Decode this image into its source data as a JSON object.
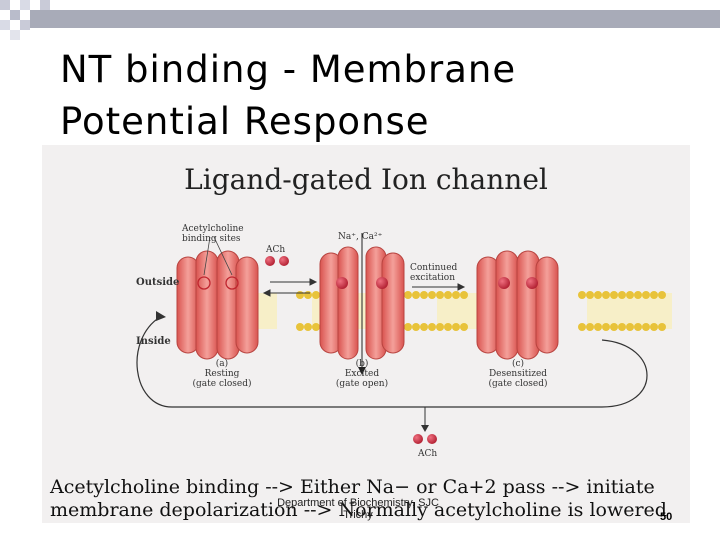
{
  "slide": {
    "title": "NT binding - Membrane Potential Response",
    "footer_line1": "Department of Biochemistry, SJC",
    "footer_line2": "Trichy",
    "page_number": "50"
  },
  "figure": {
    "title": "Ligand-gated Ion channel",
    "label_binding_sites": "Acetylcholine binding sites",
    "label_ach_top": "ACh",
    "label_ions": "Na⁺, Ca²⁺",
    "label_continued": "Continued excitation",
    "label_outside": "Outside",
    "label_inside": "Inside",
    "label_ach_bottom": "ACh",
    "states": [
      {
        "letter": "(a)",
        "name": "Resting",
        "detail": "(gate closed)"
      },
      {
        "letter": "(b)",
        "name": "Excited",
        "detail": "(gate open)"
      },
      {
        "letter": "(c)",
        "name": "Desensitized",
        "detail": "(gate closed)"
      }
    ],
    "caption_line1": "Acetylcholine binding --> Either Na− or Ca+2 pass --> initiate",
    "caption_line2": "membrane depolarization --> Normally acetylcholine is lowered"
  },
  "colors": {
    "membrane_head": "#e8c33a",
    "channel": "#e8746e",
    "ach": "#c8283a",
    "decor_bar": "#a8abb8"
  }
}
